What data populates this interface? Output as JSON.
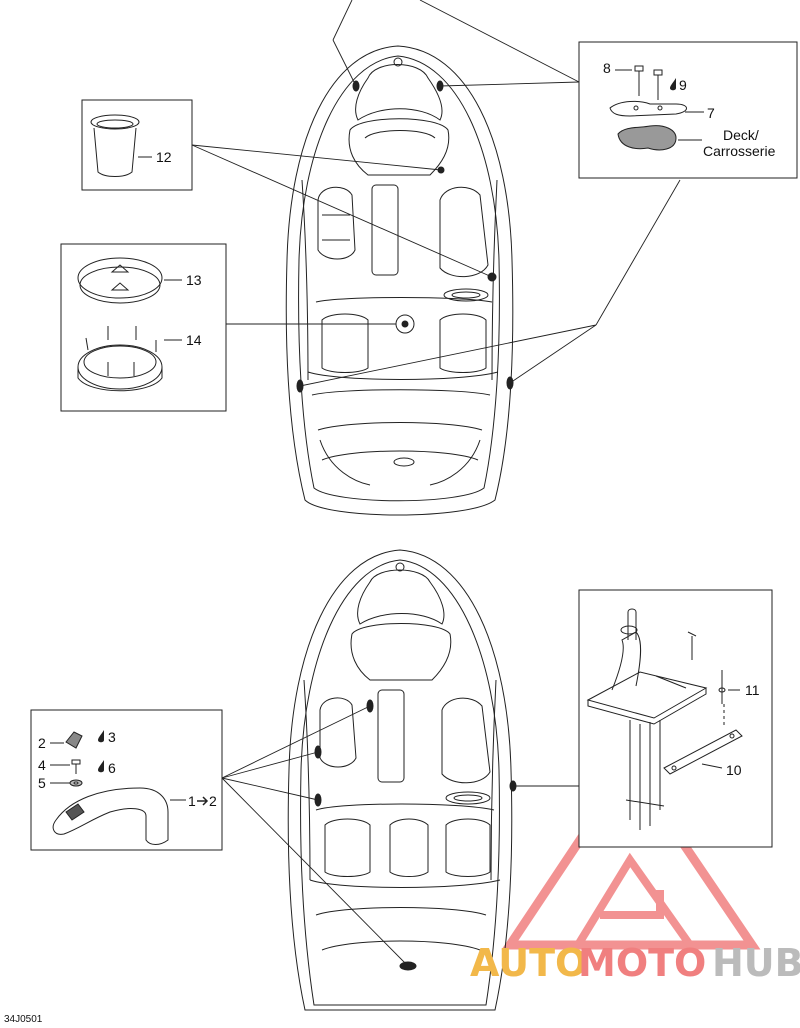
{
  "diagram_code": "34J0501",
  "callouts": {
    "c12": "12",
    "c13": "13",
    "c14": "14",
    "c8": "8",
    "c9": "9",
    "c7": "7",
    "deck_line1": "Deck/",
    "deck_line2": "Carrosserie",
    "c2": "2",
    "c3": "3",
    "c4": "4",
    "c6": "6",
    "c5": "5",
    "c1": "1",
    "c1_to": "2",
    "c11": "11",
    "c10": "10"
  },
  "watermark": {
    "auto": "AUTO",
    "moto": "MOTO",
    "hub": "HUB",
    "colors": {
      "auto": "#f2b84a",
      "moto": "#f07f7f",
      "hub": "#bbbbbb",
      "triangle": "#f07f7f"
    }
  },
  "icons": [
    "drop-icon",
    "arrow-right-icon"
  ]
}
